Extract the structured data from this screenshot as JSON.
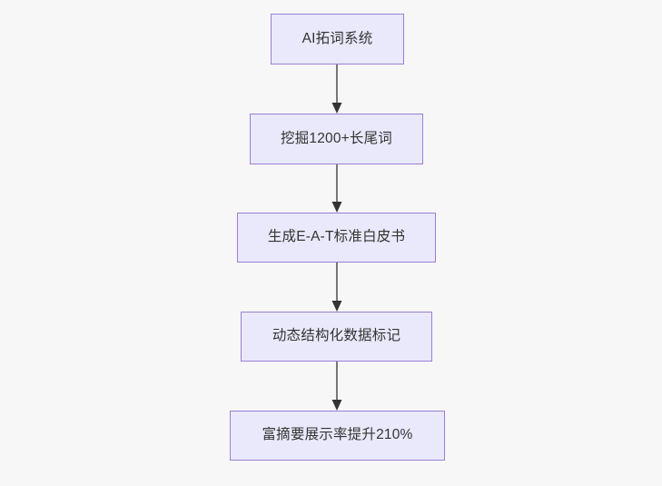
{
  "diagram": {
    "type": "flowchart",
    "direction": "top-down",
    "background_color": "#f7f7f7",
    "node_fill_color": "#e9e9fb",
    "node_border_color": "#9a7fd4",
    "node_text_color": "#333333",
    "edge_line_color": "#777777",
    "edge_arrow_color": "#333333",
    "nodes": [
      {
        "id": "n1",
        "label": "AI拓词系统"
      },
      {
        "id": "n2",
        "label": "挖掘1200+长尾词"
      },
      {
        "id": "n3",
        "label": "生成E-A-T标准白皮书"
      },
      {
        "id": "n4",
        "label": "动态结构化数据标记"
      },
      {
        "id": "n5",
        "label": "富摘要展示率提升210%"
      }
    ],
    "edges": [
      {
        "from": "n1",
        "to": "n2",
        "label": ""
      },
      {
        "from": "n2",
        "to": "n3",
        "label": ""
      },
      {
        "from": "n3",
        "to": "n4",
        "label": ""
      },
      {
        "from": "n4",
        "to": "n5",
        "label": ""
      }
    ]
  }
}
